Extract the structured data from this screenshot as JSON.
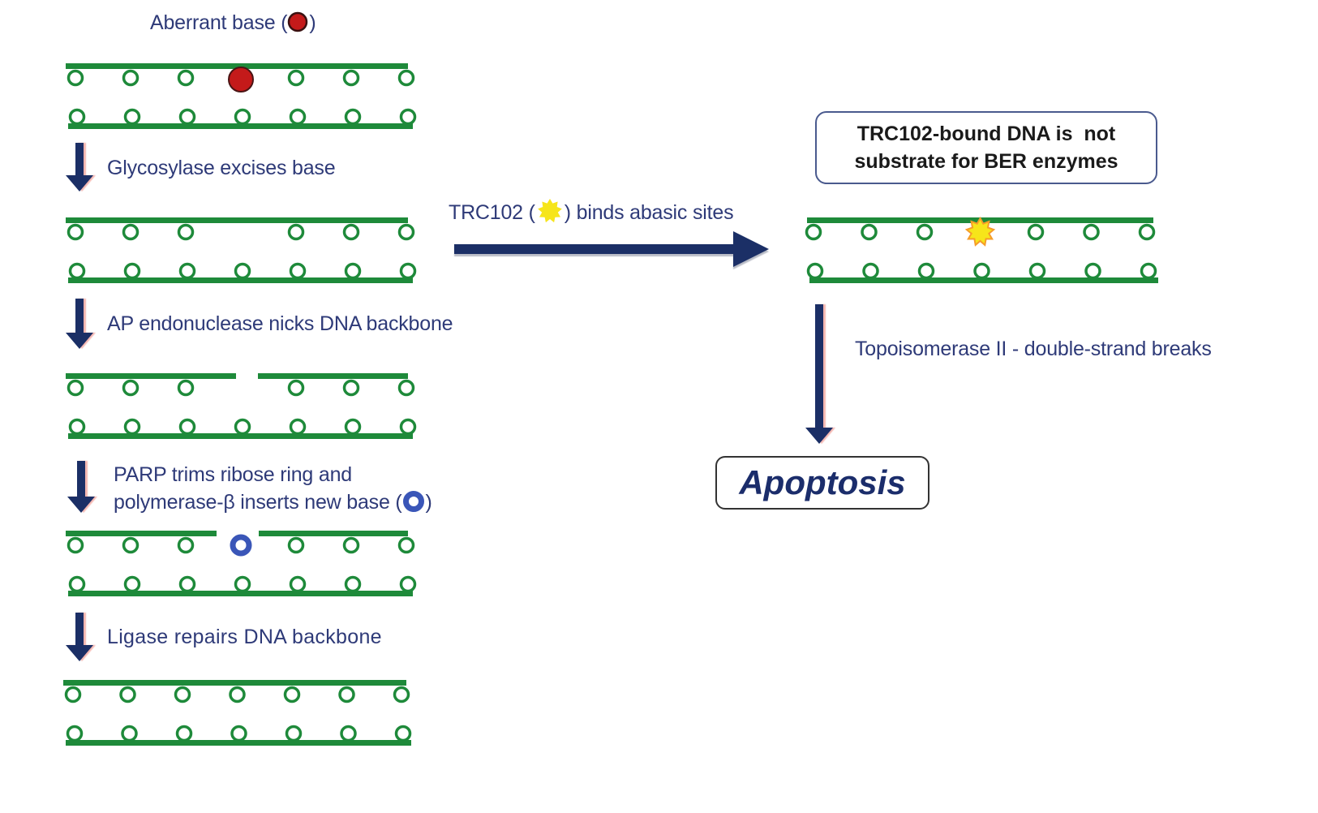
{
  "colors": {
    "dna_strand": "#1e8a3a",
    "arrow": "#1b2f66",
    "arrow_shadow": "#f4b6b0",
    "aberrant_base": "#c41a1a",
    "new_base": "#3a56b8",
    "trc102": "#f6e51a",
    "trc102_outline": "#f59c2a",
    "label_text": "#2e3a78"
  },
  "legend": {
    "aberrant_base_label": "Aberrant base (",
    "aberrant_base_close": ")",
    "aberrant_base_icon": "red-filled-circle"
  },
  "steps": [
    {
      "label": "Glycosylase excises base"
    },
    {
      "label": "AP endonuclease nicks DNA backbone"
    },
    {
      "label_line1": "PARP trims ribose ring and",
      "label_line2": "polymerase-β inserts new base (",
      "label_close": ")",
      "icon": "blue-ring"
    },
    {
      "label": "Ligase repairs DNA backbone"
    }
  ],
  "dna_states": [
    {
      "name": "aberrant",
      "top_bases": [
        "normal",
        "normal",
        "normal",
        "aberrant",
        "normal",
        "normal",
        "normal"
      ],
      "bottom_bases": 7,
      "top_nick": false
    },
    {
      "name": "abasic",
      "top_bases": [
        "normal",
        "normal",
        "normal",
        "missing",
        "normal",
        "normal",
        "normal"
      ],
      "bottom_bases": 7,
      "top_nick": false
    },
    {
      "name": "nicked",
      "top_bases": [
        "normal",
        "normal",
        "normal",
        "missing",
        "normal",
        "normal",
        "normal"
      ],
      "bottom_bases": 7,
      "top_nick": true
    },
    {
      "name": "new-base-inserted",
      "top_bases": [
        "normal",
        "normal",
        "normal",
        "new",
        "normal",
        "normal",
        "normal"
      ],
      "bottom_bases": 7,
      "top_nick": true
    },
    {
      "name": "repaired",
      "top_bases": [
        "normal",
        "normal",
        "normal",
        "normal",
        "normal",
        "normal",
        "normal"
      ],
      "bottom_bases": 7,
      "top_nick": false
    },
    {
      "name": "trc102-bound",
      "top_bases": [
        "normal",
        "normal",
        "normal",
        "trc102",
        "normal",
        "normal",
        "normal"
      ],
      "bottom_bases": 7,
      "top_nick": false
    }
  ],
  "trc102_binding": {
    "label_prefix": "TRC102 (",
    "label_suffix": ") binds abasic sites",
    "icon": "yellow-star"
  },
  "note": {
    "line1": "TRC102-bound DNA is  not",
    "line2": "substrate for BER enzymes"
  },
  "topo": {
    "label": "Topoisomerase II - double-strand breaks"
  },
  "outcome": {
    "label": "Apoptosis"
  }
}
